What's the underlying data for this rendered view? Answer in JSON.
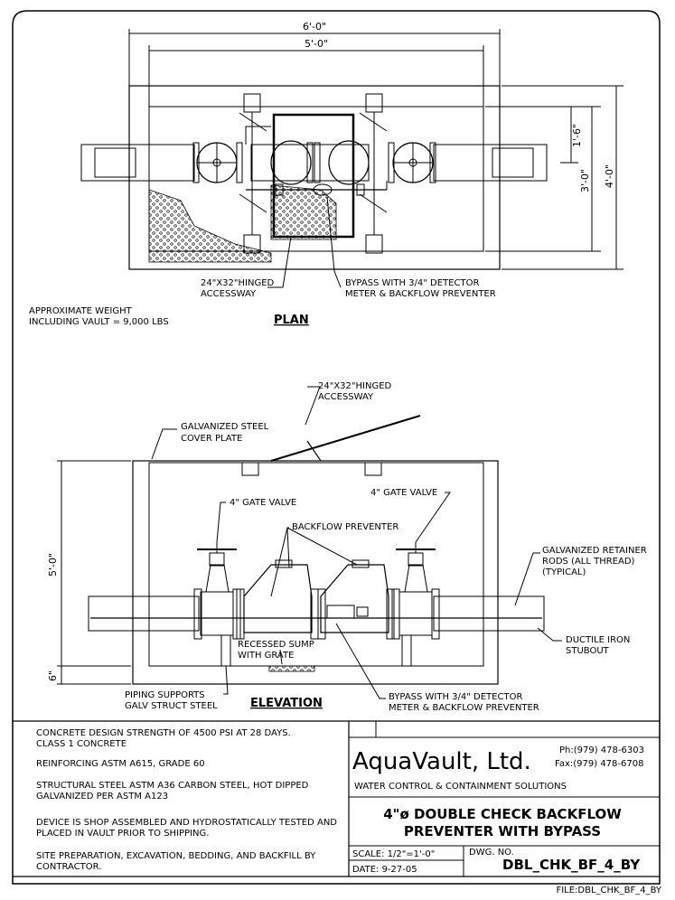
{
  "plan": {
    "title": "PLAN",
    "dim_overall_width": "6'-0\"",
    "dim_inner_width": "5'-0\"",
    "dim_half_depth": "1'-6\"",
    "dim_inner_depth": "3'-0\"",
    "dim_overall_depth": "4'-0\"",
    "accessway_line1": "24\"X32\"HINGED",
    "accessway_line2": "ACCESSWAY",
    "bypass_line1": "BYPASS WITH 3/4\" DETECTOR",
    "bypass_line2": "METER & BACKFLOW PREVENTER",
    "weight_line1": "APPROXIMATE WEIGHT",
    "weight_line2": "INCLUDING VAULT = 9,000 LBS"
  },
  "elevation": {
    "title": "ELEVATION",
    "accessway_line1": "24\"X32\"HINGED",
    "accessway_line2": "ACCESSWAY",
    "cover_line1": "GALVANIZED STEEL",
    "cover_line2": "COVER PLATE",
    "gate_valve_left": "4\" GATE VALVE",
    "gate_valve_right": "4\" GATE VALVE",
    "backflow": "BACKFLOW PREVENTER",
    "retainer_line1": "GALVANIZED RETAINER",
    "retainer_line2": "RODS (ALL THREAD)",
    "retainer_line3": "(TYPICAL)",
    "dim_height": "5'-0\"",
    "dim_base": "6\"",
    "ductile_line1": "DUCTILE IRON",
    "ductile_line2": "STUBOUT",
    "sump_line1": "RECESSED SUMP",
    "sump_line2": "WITH GRATE",
    "supports_line1": "PIPING SUPPORTS",
    "supports_line2": "GALV STRUCT STEEL",
    "bypass_line1": "BYPASS WITH 3/4\" DETECTOR",
    "bypass_line2": "METER & BACKFLOW PREVENTER"
  },
  "notes": [
    [
      "CONCRETE DESIGN STRENGTH OF 4500 PSI AT 28 DAYS.",
      "CLASS 1 CONCRETE"
    ],
    [
      "REINFORCING ASTM A615, GRADE 60"
    ],
    [
      "STRUCTURAL STEEL ASTM A36 CARBON STEEL, HOT DIPPED",
      "GALVANIZED PER ASTM A123"
    ],
    [
      "DEVICE IS SHOP ASSEMBLED AND HYDROSTATICALLY TESTED AND",
      "PLACED IN VAULT PRIOR TO SHIPPING."
    ],
    [
      "SITE PREPARATION, EXCAVATION, BEDDING, AND BACKFILL BY",
      "CONTRACTOR."
    ]
  ],
  "title_block": {
    "company": "AquaVault, Ltd.",
    "phone": "Ph:(979) 478-6303",
    "fax": "Fax:(979) 478-6708",
    "tagline": "WATER CONTROL & CONTAINMENT SOLUTIONS",
    "drawing_title_line1": "4\"ø DOUBLE CHECK BACKFLOW",
    "drawing_title_line2": "PREVENTER WITH BYPASS",
    "scale": "SCALE:  1/2\"=1'-0\"",
    "date": "DATE:    9-27-05",
    "dwg_no_label": "DWG. NO.",
    "dwg_no": "DBL_CHK_BF_4_BY"
  },
  "file_label": "FILE:DBL_CHK_BF_4_BY"
}
